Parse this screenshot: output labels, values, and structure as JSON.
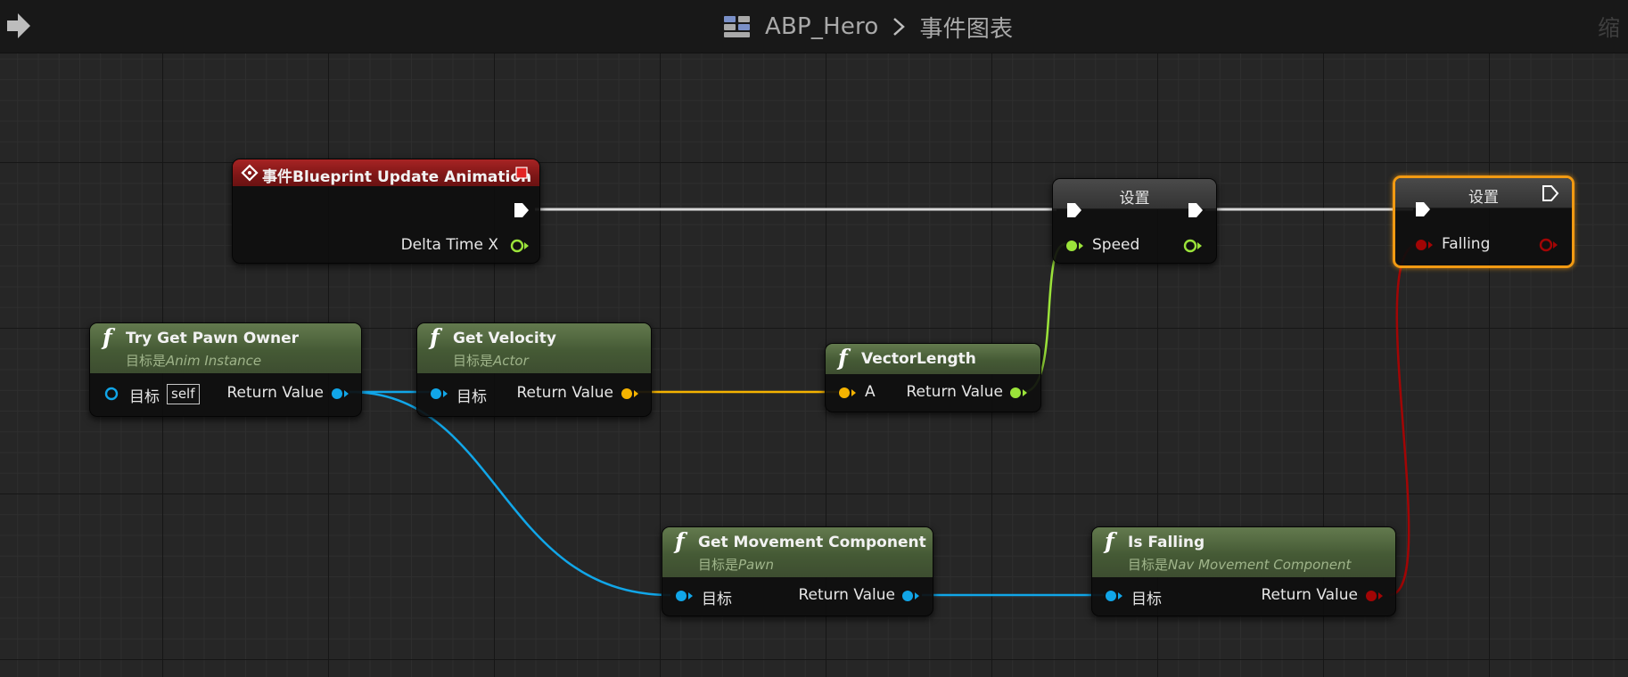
{
  "breadcrumb": {
    "blueprint": "ABP_Hero",
    "graph": "事件图表"
  },
  "zoom_label": "缩",
  "colors": {
    "exec": "#ffffff",
    "object": "#11a6e8",
    "vector": "#f5b300",
    "float": "#9be33a",
    "boolean": "#a20505",
    "selection": "#f29a12"
  },
  "nodes": {
    "event": {
      "title": "事件Blueprint Update Animation",
      "delta_label": "Delta Time X"
    },
    "try_get_pawn": {
      "title": "Try Get Pawn Owner",
      "sub_prefix": "目标是",
      "sub_target": "Anim Instance",
      "target_label": "目标",
      "self_label": "self",
      "return_label": "Return Value"
    },
    "get_velocity": {
      "title": "Get Velocity",
      "sub_prefix": "目标是",
      "sub_target": "Actor",
      "target_label": "目标",
      "return_label": "Return Value"
    },
    "vector_length": {
      "title": "VectorLength",
      "a_label": "A",
      "return_label": "Return Value"
    },
    "set_speed": {
      "title": "设置",
      "pin_label": "Speed"
    },
    "set_falling": {
      "title": "设置",
      "pin_label": "Falling"
    },
    "get_movement": {
      "title": "Get Movement Component",
      "sub_prefix": "目标是",
      "sub_target": "Pawn",
      "target_label": "目标",
      "return_label": "Return Value"
    },
    "is_falling": {
      "title": "Is Falling",
      "sub_prefix": "目标是",
      "sub_target": "Nav Movement Component",
      "target_label": "目标",
      "return_label": "Return Value"
    }
  }
}
